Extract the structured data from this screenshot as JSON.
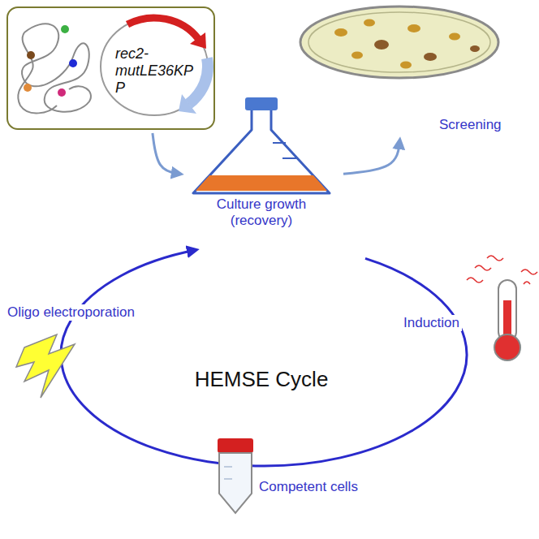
{
  "diagram": {
    "nodes": [
      {
        "text": [
          "rec2-mutLE36KPP"
        ]
      },
      {
        "text": [
          "Culture growth (recovery)"
        ]
      },
      {
        "text": [
          "Screening"
        ]
      }
    ],
    "edges": [
      {
        "from": 0,
        "to": 1,
        "arrow": "to"
      },
      {
        "from": 1,
        "to": 2,
        "arrow": "to"
      }
    ],
    "labels": [
      "Oligo electroporation",
      "Induction",
      "HEMSE Cycle",
      "Competent cells"
    ]
  }
}
